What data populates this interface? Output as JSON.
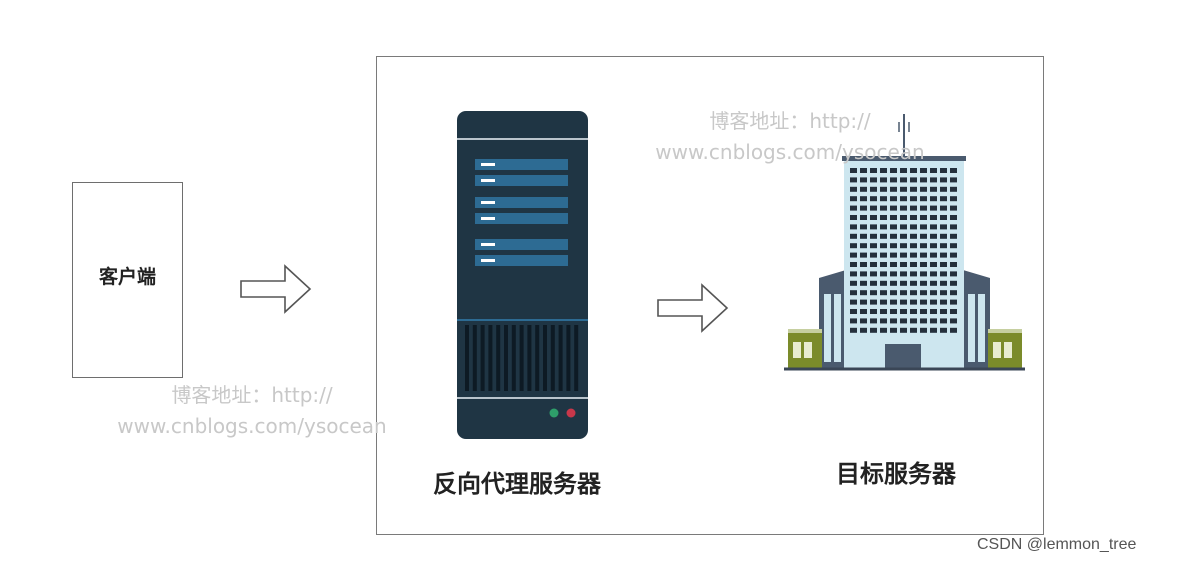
{
  "nodes": {
    "client": "客户端",
    "proxy": "反向代理服务器",
    "target": "目标服务器"
  },
  "watermark": {
    "line1": "博客地址：http://",
    "line2": "www.cnblogs.com/ysocean"
  },
  "credit": "CSDN @lemmon_tree",
  "colors": {
    "server_body": "#1f3544",
    "server_slot": "#2d6b93",
    "building_glass": "#cde6ef",
    "building_wing": "#4a5a6e",
    "annex_green": "#7b8b2a",
    "led_green": "#2e9e6a",
    "led_red": "#c8374a"
  }
}
